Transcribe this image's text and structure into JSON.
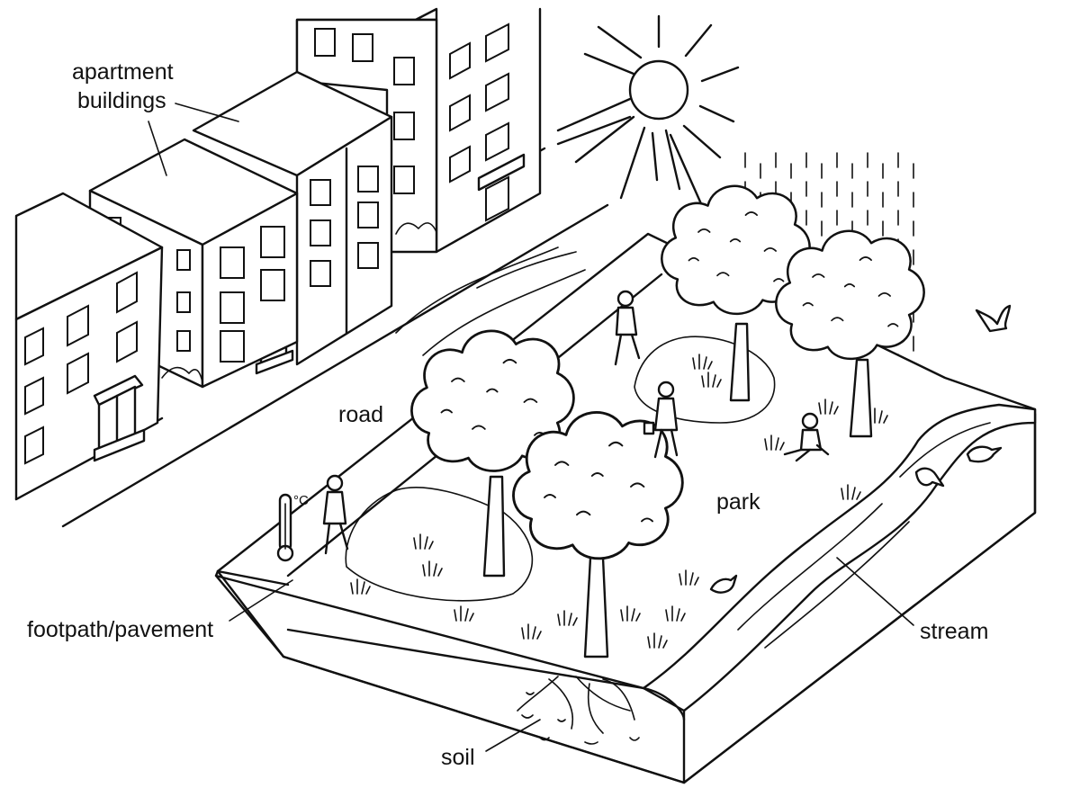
{
  "labels": {
    "apartment_line1": "apartment",
    "apartment_line2": "buildings",
    "road": "road",
    "park": "park",
    "footpath": "footpath/pavement",
    "stream": "stream",
    "soil": "soil"
  },
  "thermometer": {
    "unit": "°C"
  }
}
